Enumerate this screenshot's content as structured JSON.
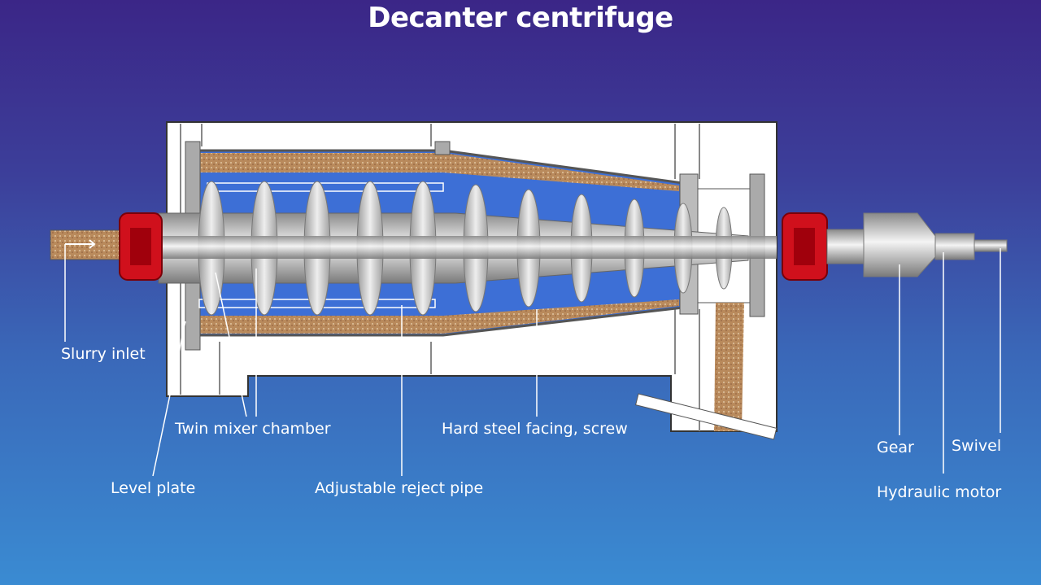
{
  "title": "Decanter centrifuge",
  "labels": {
    "slurry_inlet": "Slurry inlet",
    "twin_mixer_chamber": "Twin mixer chamber",
    "level_plate": "Level plate",
    "adjustable_reject_pipe": "Adjustable reject pipe",
    "hard_steel_facing": "Hard steel facing, screw",
    "gear": "Gear",
    "swivel": "Swivel",
    "hydraulic_motor": "Hydraulic motor"
  },
  "colors": {
    "bearing": "#d0101c",
    "solids": "#b98a5c",
    "liquid": "#3d6fd6",
    "housing": "#ffffff",
    "screw": "#b8b8b8"
  }
}
